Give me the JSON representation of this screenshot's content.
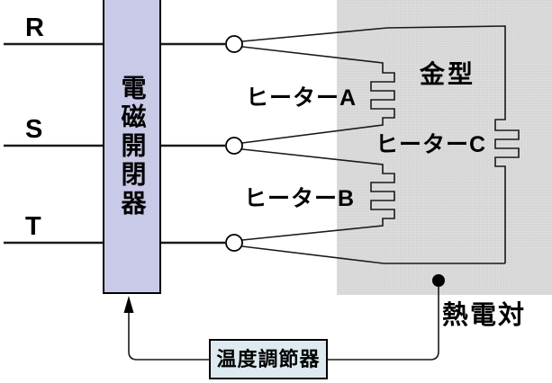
{
  "diagram": {
    "phases": {
      "r": "R",
      "s": "S",
      "t": "T"
    },
    "switch": {
      "label": "電磁開閉器"
    },
    "mold": {
      "label": "金型"
    },
    "heaters": {
      "a": "ヒーターA",
      "b": "ヒーターB",
      "c": "ヒーターC"
    },
    "thermocouple": {
      "label": "熱電対"
    },
    "controller": {
      "label": "温度調節器"
    },
    "colors": {
      "switch_fill": "#c9c9e8",
      "mold_fill": "#dcdcdc",
      "mold_dot": "#c6c6c6",
      "controller_fill": "#ddeaf0",
      "line": "#1a1a1a"
    }
  }
}
